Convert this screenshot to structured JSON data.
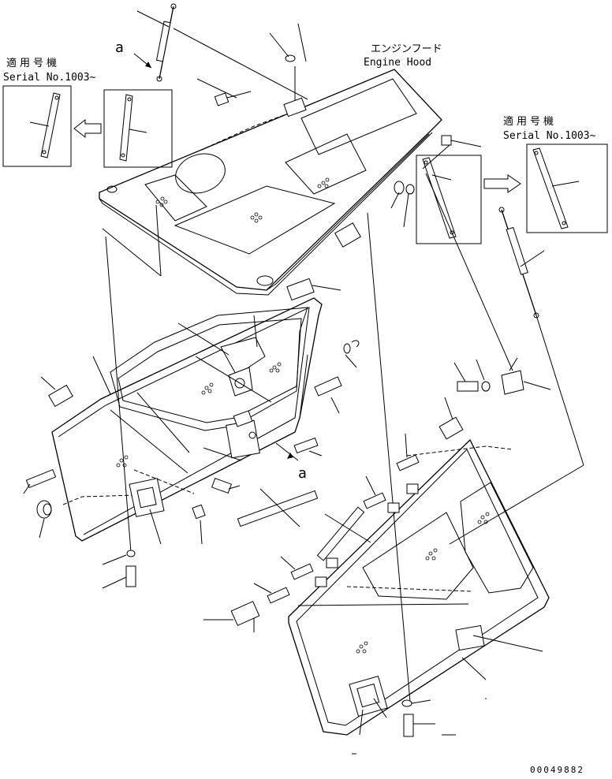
{
  "engine_hood": {
    "label_jp": "エンジンフード",
    "label_en": "Engine Hood"
  },
  "serial_left": {
    "label_jp": "適用号機",
    "label_en": "Serial No.1003~"
  },
  "serial_right": {
    "label_jp": "適用号機",
    "label_en": "Serial No.1003~"
  },
  "view_marker_top": "a",
  "view_marker_mid": "a",
  "drawing_number": "00049882"
}
